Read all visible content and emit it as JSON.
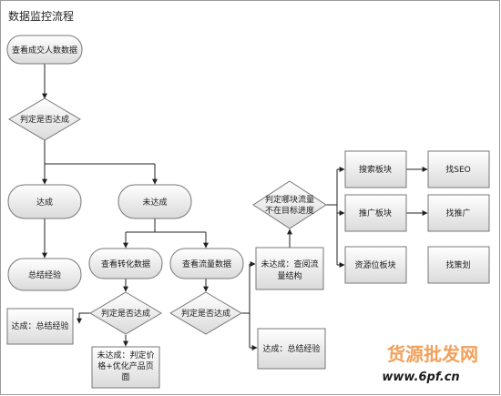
{
  "title": "数据监控流程",
  "colors": {
    "node_fill_top": "#ffffff",
    "node_fill_bottom": "#dcdcdc",
    "node_stroke": "#777777",
    "edge": "#222222",
    "frame": "#9a9a9a",
    "watermark_cn": "#f2a05a",
    "watermark_url": "#1c1c1c"
  },
  "nodes": {
    "view_deals": "查看成交人数数据",
    "judge_reach_1": "判定是否达成",
    "reached": "达成",
    "not_reached": "未达成",
    "summary_exp_1": "总结经验",
    "view_conversion": "查看转化数据",
    "view_traffic": "查看流量数据",
    "judge_reach_2": "判定是否达成",
    "judge_reach_3": "判定是否达成",
    "reached_summary_left": "达成：总结经验",
    "not_reached_price": [
      "未达成：判定价",
      "格+优化产品页",
      "面"
    ],
    "reached_summary_mid": "达成：总结经验",
    "not_reached_traffic": [
      "未达成：查阅流",
      "量结构"
    ],
    "judge_block": [
      "判定哪块流量",
      "不在目标进度"
    ],
    "search_block": "搜索板块",
    "promo_block": "推广板块",
    "resource_block": "资源位板块",
    "find_seo": "找SEO",
    "find_promo": "找推广",
    "find_planner": "找策划"
  },
  "watermark": {
    "site_name": "货源批发网",
    "url": "www.6pf.cn"
  }
}
